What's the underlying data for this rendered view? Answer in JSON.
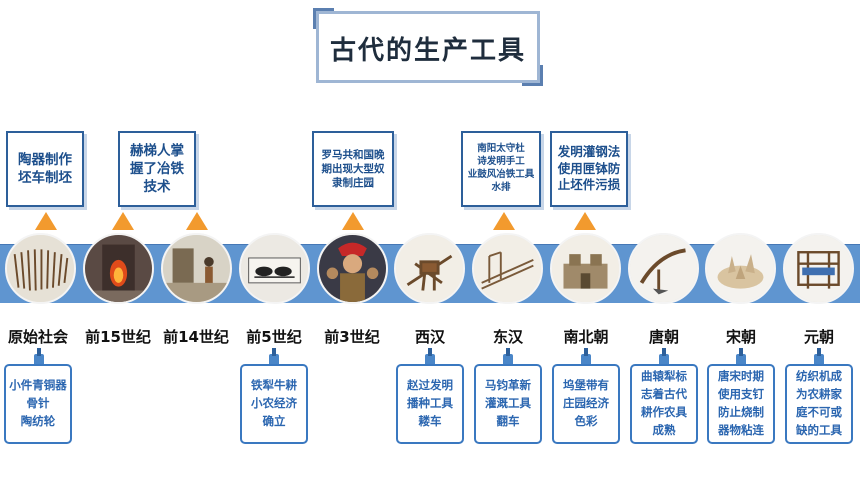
{
  "title": "古代的生产工具",
  "top_callouts": [
    {
      "text": "陶器制作\n坯车制坯"
    },
    {
      "text": "赫梯人掌\n握了冶铁\n技术"
    },
    {
      "text": "罗马共和国晚\n期出现大型奴\n隶制庄园"
    },
    {
      "text": "南阳太守杜\n诗发明手工\n业鼓风冶铁工具\n水排"
    },
    {
      "text": "发明灌钢法\n使用匣钵防\n止坯件污损"
    }
  ],
  "eras": [
    "原始社会",
    "前15世纪",
    "前14世纪",
    "前5世纪",
    "前3世纪",
    "西汉",
    "东汉",
    "南北朝",
    "唐朝",
    "宋朝",
    "元朝"
  ],
  "bottom_cards": [
    {
      "text": "小件青铜器\n骨针\n陶纺轮"
    },
    {
      "text": "铁犁牛耕\n小农经济\n确立"
    },
    {
      "text": "赵过发明\n播种工具\n耧车"
    },
    {
      "text": "马钧革新\n灌溉工具\n翻车"
    },
    {
      "text": "坞堡带有\n庄园经济\n色彩"
    },
    {
      "text": "曲辕犁标\n志着古代\n耕作农具\n成熟"
    },
    {
      "text": "唐宋时期\n使用支钉\n防止烧制\n器物粘连"
    },
    {
      "text": "纺织机成\n为农耕家\n庭不可或\n缺的工具"
    }
  ],
  "icons": [
    "bone-needles-image",
    "furnace-image",
    "iron-smelting-image",
    "oxen-plowing-image",
    "roman-soldiers-image",
    "seed-drill-image",
    "water-pump-image",
    "manor-model-image",
    "curved-plow-image",
    "kiln-spur-image",
    "loom-image"
  ],
  "colors": {
    "band": "#5f95d0",
    "callout_border": "#2d5f9a",
    "callout_text": "#1d4f8c",
    "triangle": "#f29a2e",
    "card_border": "#3a78c0"
  }
}
